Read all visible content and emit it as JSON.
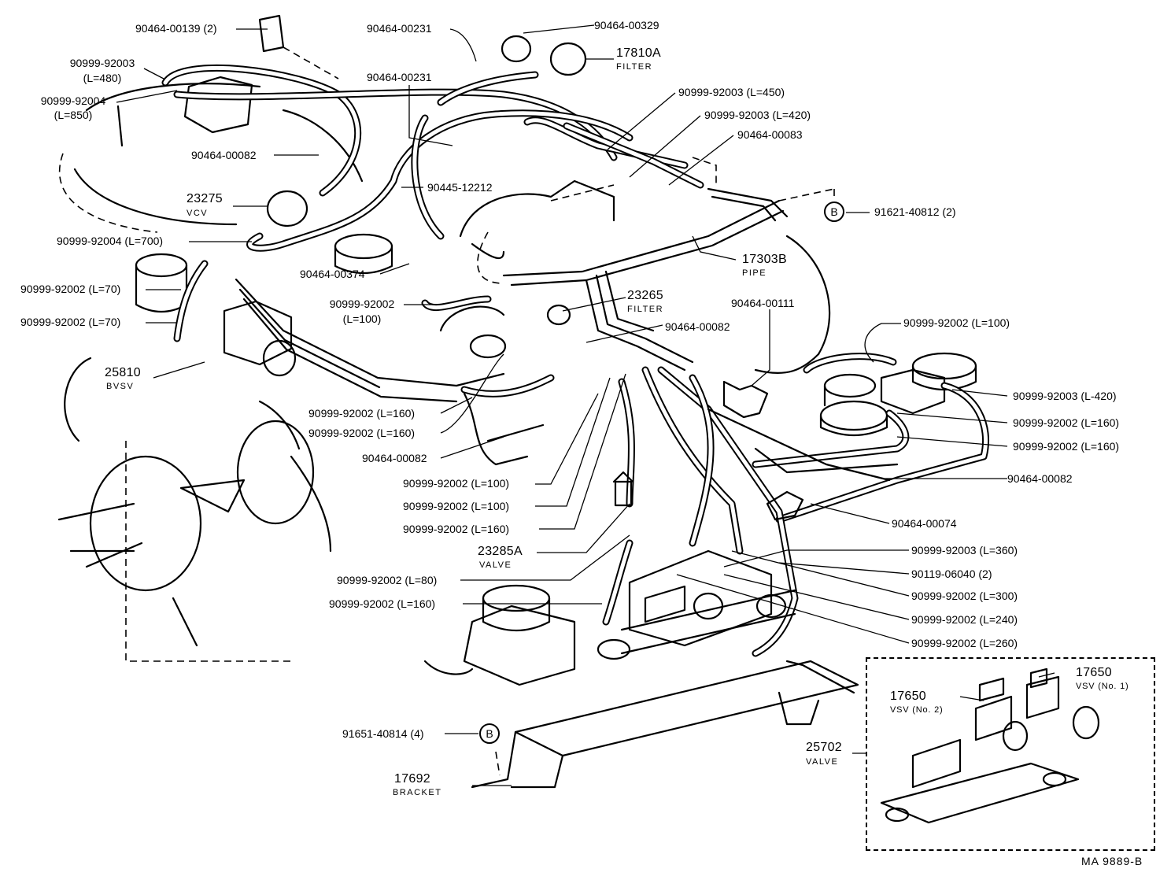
{
  "labels": {
    "p_90464_00139": "90464-00139 (2)",
    "p_90464_00231_a": "90464-00231",
    "p_90464_00329": "90464-00329",
    "p_17810a": "17810A",
    "p_17810a_sub": "FILTER",
    "p_90999_92003_480": "90999-92003",
    "p_90999_92003_480_len": "(L=480)",
    "p_90999_92004_850": "90999-92004",
    "p_90999_92004_850_len": "(L=850)",
    "p_90464_00231_b": "90464-00231",
    "p_90999_92003_450": "90999-92003 (L=450)",
    "p_90999_92003_420a": "90999-92003 (L=420)",
    "p_90464_00083": "90464-00083",
    "p_90464_00082_a": "90464-00082",
    "p_90445_12212": "90445-12212",
    "p_23275": "23275",
    "p_23275_sub": "VCV",
    "p_91621_40812": "91621-40812 (2)",
    "p_90999_92004_700": "90999-92004 (L=700)",
    "p_17303b": "17303B",
    "p_17303b_sub": "PIPE",
    "p_90464_00374": "90464-00374",
    "p_90999_92002_70a": "90999-92002 (L=70)",
    "p_23265": "23265",
    "p_23265_sub": "FILTER",
    "p_90999_92002_100a": "90999-92002",
    "p_90999_92002_100a_len": "(L=100)",
    "p_90464_00111": "90464-00111",
    "p_90999_92002_70b": "90999-92002 (L=70)",
    "p_90464_00082_b": "90464-00082",
    "p_90999_92002_100b": "90999-92002 (L=100)",
    "p_25810": "25810",
    "p_25810_sub": "BVSV",
    "p_90999_92003_420b": "90999-92003 (L-420)",
    "p_90999_92002_160a": "90999-92002 (L=160)",
    "p_90999_92002_160b": "90999-92002 (L=160)",
    "p_90999_92002_160c": "90999-92002 (L=160)",
    "p_90999_92002_160d": "90999-92002 (L=160)",
    "p_90464_00082_c": "90464-00082",
    "p_90464_00082_d": "90464-00082",
    "p_90999_92002_100c": "90999-92002 (L=100)",
    "p_90999_92002_100d": "90999-92002 (L=100)",
    "p_90464_00074": "90464-00074",
    "p_90999_92002_160e": "90999-92002 (L=160)",
    "p_23285a": "23285A",
    "p_23285a_sub": "VALVE",
    "p_90999_92003_360": "90999-92003 (L=360)",
    "p_90999_92002_80": "90999-92002 (L=80)",
    "p_90119_06040": "90119-06040 (2)",
    "p_90999_92002_300": "90999-92002 (L=300)",
    "p_90999_92002_160f": "90999-92002 (L=160)",
    "p_90999_92002_240": "90999-92002 (L=240)",
    "p_90999_92002_260": "90999-92002 (L=260)",
    "p_17650_no1": "17650",
    "p_17650_no1_sub": "VSV (No. 1)",
    "p_17650_no2": "17650",
    "p_17650_no2_sub": "VSV (No. 2)",
    "p_91651_40814": "91651-40814 (4)",
    "p_25702": "25702",
    "p_25702_sub": "VALVE",
    "p_17692": "17692",
    "p_17692_sub": "BRACKET",
    "ref_code": "MA 9889-B"
  },
  "callouts": {
    "b_upper": "B",
    "b_lower": "B"
  }
}
